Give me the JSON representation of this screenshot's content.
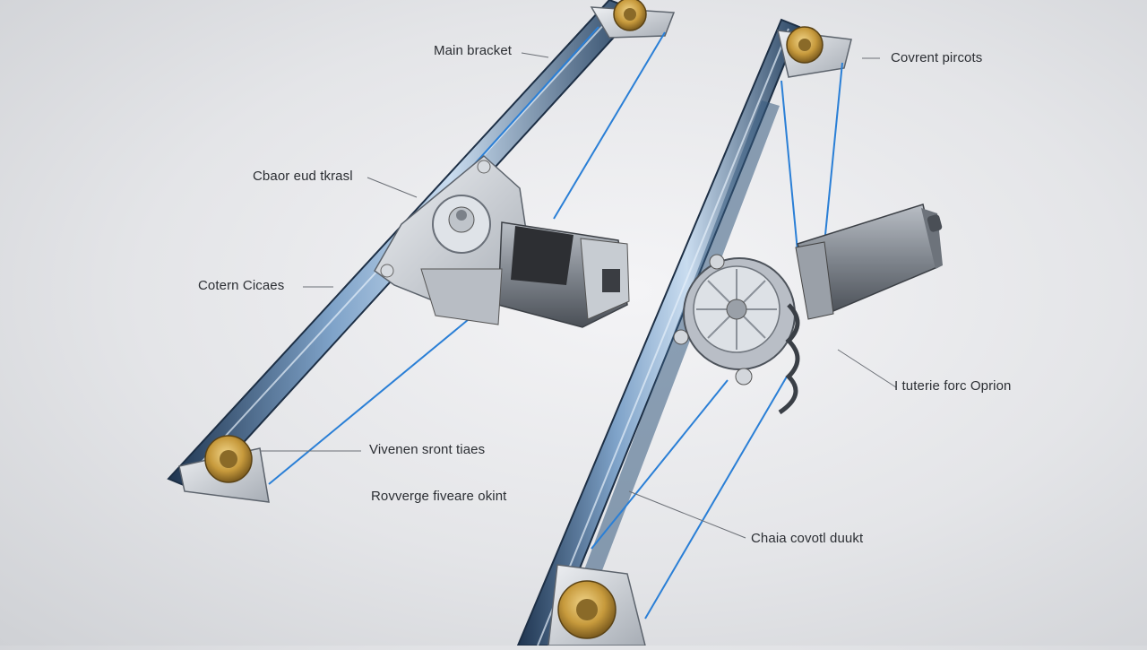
{
  "callouts": {
    "main_bracket": "Main bracket",
    "control_bracket": "Cbaor eud tkrasl",
    "control_cables_left": "Cotern Cicaes",
    "window_slider": "Vivenen sront tiaes",
    "hoverge_bracket": "Rovverge fiveare okint",
    "guide_pulleys": "Covrent pircots",
    "electric_motor": "I tuterie forc Oprion",
    "chain_conductor": "Chaia covotl duukt"
  },
  "colors": {
    "rail_dark": "#2f4a66",
    "rail_light": "#a9c3de",
    "cable": "#2a7fd6",
    "pulley": "#c9a24a",
    "motor": "#8e949c"
  }
}
